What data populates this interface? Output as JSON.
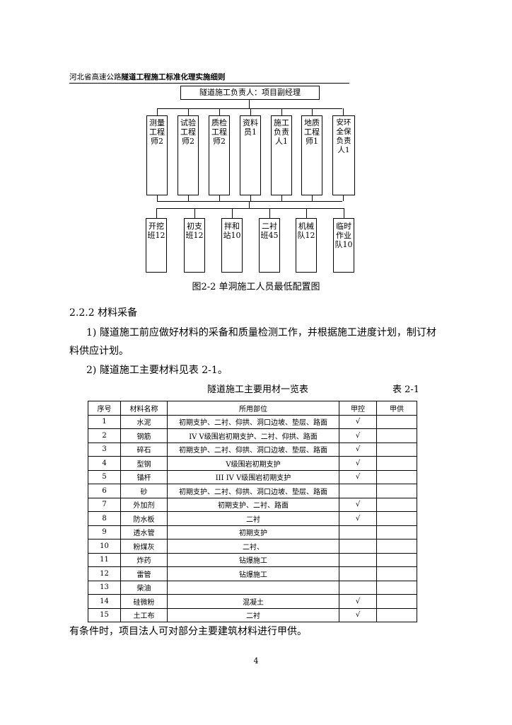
{
  "header": {
    "part1": "河北省高速公路",
    "part2": "隧道工程施工标准化理实施细则"
  },
  "chart": {
    "top_box": "隧道施工负责人：项目副经理",
    "middle_boxes": [
      "测量工程师2",
      "试验工程师2",
      "质检工程师2",
      "资料员1",
      "施工负责人1",
      "地质工程师1",
      "安环全保负责人1"
    ],
    "bottom_boxes": [
      "开挖班12",
      "初支班12",
      "拌和站10",
      "二衬班45",
      "机械队12",
      "临时作业队10"
    ],
    "caption": "图2-2    单洞施工人员最低配置图"
  },
  "section": {
    "heading": "2.2.2 材料采备",
    "p1_line1": "1) 隧道施工前应做好材料的采备和质量检测工作，并根据施工进度计划，制订材",
    "p1_line2": "料供应计划。",
    "p2": "2) 隧道施工主要材料见表 2-1。"
  },
  "table": {
    "title": "隧道施工主要用材一览表",
    "number": "表 2-1",
    "headers": [
      "序号",
      "材料名称",
      "所用部位",
      "甲控",
      "甲供"
    ],
    "rows": [
      [
        "1",
        "水泥",
        "初期支护、二衬、仰拱、洞口边坡、垫层、路面",
        "√",
        ""
      ],
      [
        "2",
        "钢筋",
        "IV V级围岩初期支护、二衬、仰拱、路面",
        "√",
        ""
      ],
      [
        "3",
        "碎石",
        "初期支护、二衬、仰拱、洞口边坡、垫层、路面",
        "√",
        ""
      ],
      [
        "4",
        "型钢",
        "V级围岩初期支护",
        "√",
        ""
      ],
      [
        "5",
        "锚杆",
        "III IV V级围岩初期支护",
        "√",
        ""
      ],
      [
        "6",
        "砂",
        "初期支护、二衬、仰拱、洞口边坡、垫层、路面",
        "",
        ""
      ],
      [
        "7",
        "外加剂",
        "初期支护、二衬、路面",
        "√",
        ""
      ],
      [
        "8",
        "防水板",
        "二衬",
        "√",
        ""
      ],
      [
        "9",
        "透水管",
        "初期支护",
        "",
        ""
      ],
      [
        "10",
        "粉煤灰",
        "二衬、",
        "",
        ""
      ],
      [
        "11",
        "炸药",
        "钻爆施工",
        "",
        ""
      ],
      [
        "12",
        "雷管",
        "钻爆施工",
        "",
        ""
      ],
      [
        "13",
        "柴油",
        "",
        "",
        ""
      ],
      [
        "14",
        "硅微粉",
        "混凝土",
        "√",
        ""
      ],
      [
        "15",
        "土工布",
        "二衬",
        "√",
        ""
      ]
    ]
  },
  "footnote": "有条件时，项目法人可对部分主要建筑材料进行甲供。",
  "page_number": "4"
}
